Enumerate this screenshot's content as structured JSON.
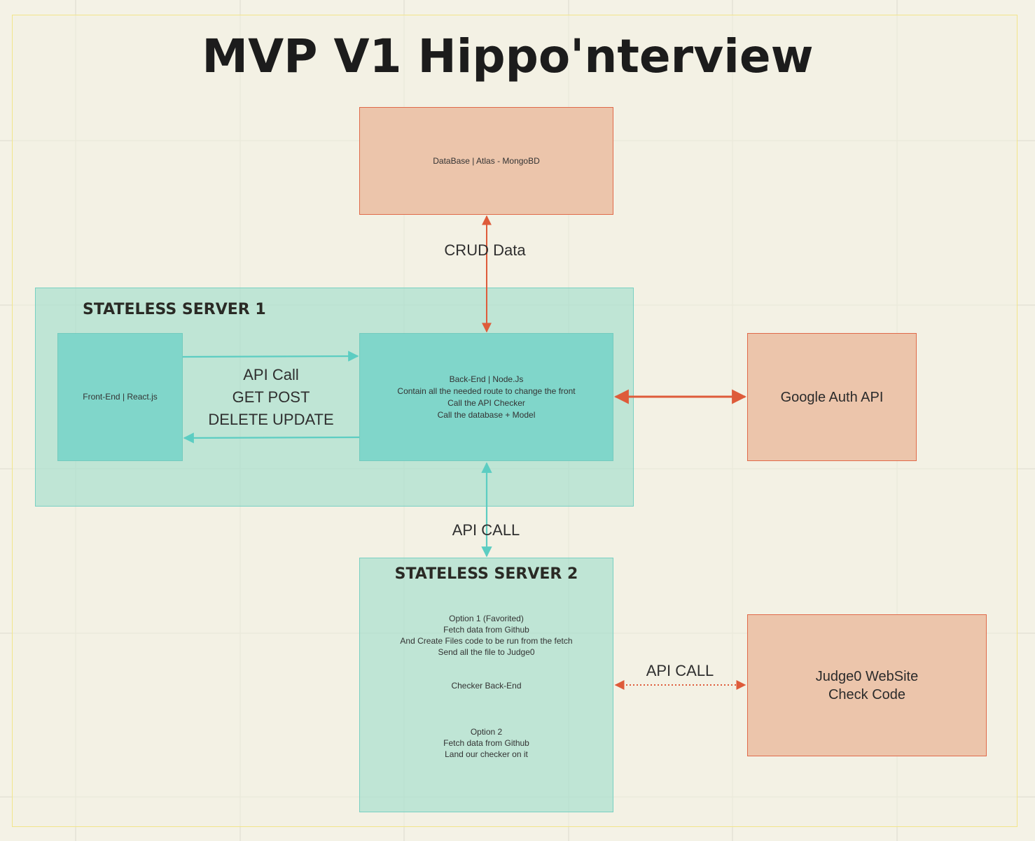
{
  "title": "MVP V1 Hippo'nterview",
  "nodes": {
    "database": "DataBase | Atlas - MongoBD",
    "server1_heading": "STATELESS SERVER 1",
    "frontend": "Front-End | React.js",
    "backend": "Back-End | Node.Js\nContain all the needed route to change the front\nCall the API Checker\nCall the database + Model",
    "google_auth": "Google Auth API",
    "server2_heading": "STATELESS SERVER 2",
    "server2_option1": "Option 1 (Favorited)\nFetch data from Github\nAnd Create Files code to be run from the fetch\nSend all the file to Judge0",
    "server2_checker": "Checker Back-End",
    "server2_option2": "Option 2\nFetch data from Github\nLand our checker on it",
    "judge0": "Judge0 WebSite\nCheck Code"
  },
  "edge_labels": {
    "crud": "CRUD Data",
    "api_call_methods": "API Call\nGET POST\nDELETE UPDATE",
    "api_call_server2": "API CALL",
    "api_call_judge0": "API CALL"
  },
  "colors": {
    "orange_fill": "#ecc5ab",
    "orange_stroke": "#e06a4a",
    "teal_fill": "#80d6ca",
    "teal_arrow": "#5ccdc2",
    "red_arrow": "#de5b3a"
  }
}
